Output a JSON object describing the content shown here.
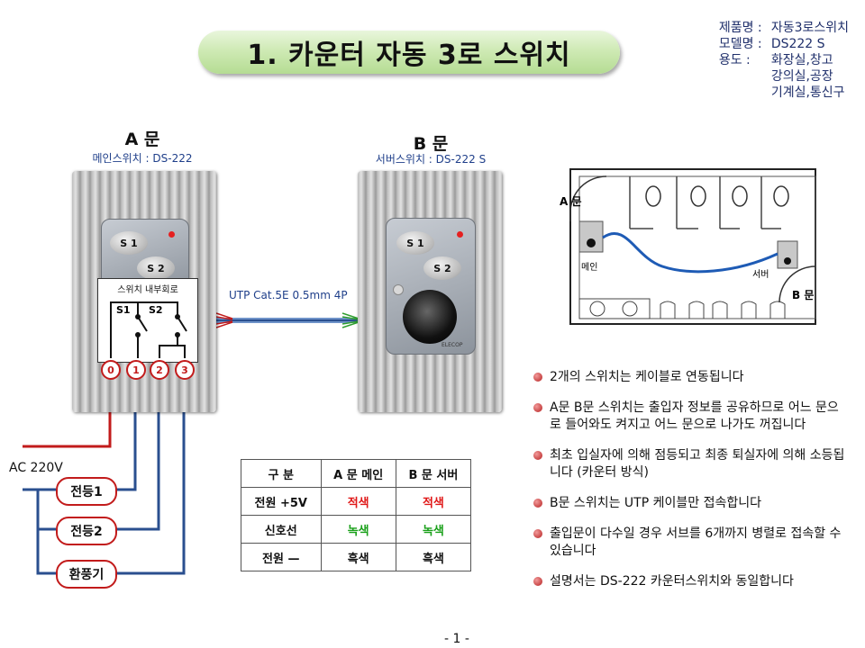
{
  "title": "1. 카운터 자동 3로 스위치",
  "info": [
    {
      "key": "제품명 :",
      "value": "자동3로스위치"
    },
    {
      "key": "모델명 :",
      "value": "DS222 S"
    },
    {
      "key": "용도    :",
      "value": "화장실,창고"
    },
    {
      "key": "",
      "value": "강의실,공장"
    },
    {
      "key": "",
      "value": "기계실,통신구"
    }
  ],
  "door_a": {
    "heading": "A 문",
    "sub": "메인스위치 : DS-222"
  },
  "door_b": {
    "heading": "B 문",
    "sub": "서버스위치 : DS-222 S"
  },
  "switch": {
    "s1": "S 1",
    "s2": "S 2",
    "brand": "ELECOP"
  },
  "inner": {
    "label": "스위치 내부회로",
    "s1": "S1",
    "s2": "S2"
  },
  "terminals": [
    "0",
    "1",
    "2",
    "3"
  ],
  "cable_label": "UTP  Cat.5E  0.5mm  4P",
  "power_label": "AC 220V",
  "loads": [
    "전등1",
    "전등2",
    "환풍기"
  ],
  "floorplan": {
    "door_a": "A 문",
    "door_b": "B 문",
    "main": "메인",
    "server": "서버"
  },
  "table": {
    "headers": [
      "구 분",
      "A 문 메인",
      "B 문 서버"
    ],
    "rows": [
      [
        "전원 +5V",
        "적색",
        "적색"
      ],
      [
        "신호선",
        "녹색",
        "녹색"
      ],
      [
        "전원 —",
        "흑색",
        "흑색"
      ]
    ]
  },
  "bullets": [
    "2개의 스위치는 케이블로 연동됩니다",
    "A문 B문 스위치는 출입자 정보를 공유하므로 어느 문으로 들어와도 켜지고 어느 문으로 나가도 꺼집니다",
    "최초 입실자에 의해 점등되고 최종 퇴실자에 의해 소등됩니다 (카운터 방식)",
    "B문 스위치는 UTP 케이블만 접속합니다",
    "출입문이 다수일 경우 서브를 6개까지 병렬로 접속할 수 있습니다",
    "설명서는 DS-222 카운터스위치와 동일합니다"
  ],
  "page_number": "- 1 -",
  "colors": {
    "red_wire": "#c21b1b",
    "blue_wire": "#2a4f8f",
    "title_green": "#c3e5a5"
  }
}
